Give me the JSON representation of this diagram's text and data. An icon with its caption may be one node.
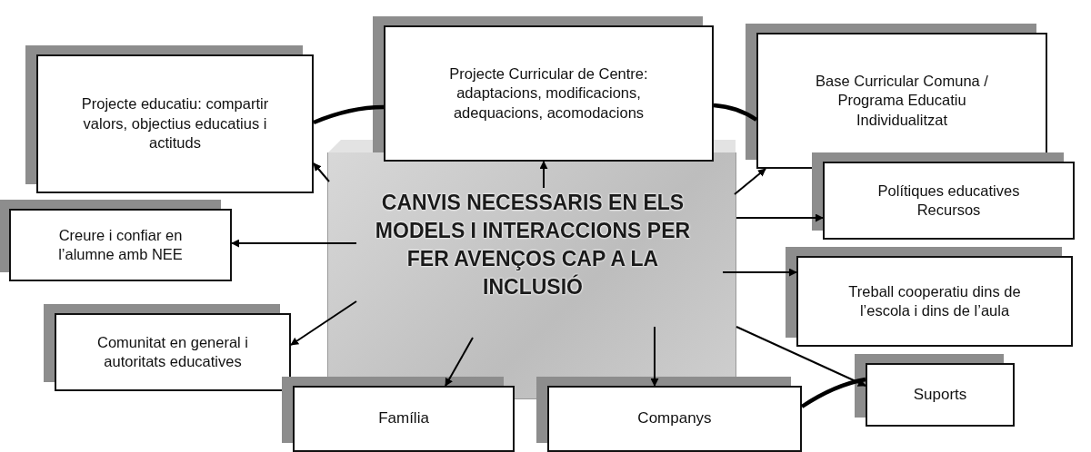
{
  "diagram": {
    "nodes": [
      {
        "text": [
          "CANVIS NECESSARIS EN ELS MODELS I INTERACCIONS PER FER AVENÇOS CAP A  LA INCLUSIÓ"
        ]
      },
      {
        "text": [
          "Projecte educatiu: compartir valors, objectius educatius i actituds"
        ]
      },
      {
        "text": [
          "Projecte Curricular de Centre: adaptacions, modificacions, adequacions, acomodacions"
        ]
      },
      {
        "text": [
          "Base Curricular Comuna / Programa Educatiu Individualitzat"
        ]
      },
      {
        "text": [
          "Polítiques educatives Recursos"
        ]
      },
      {
        "text": [
          "Creure i confiar en l’alumne amb NEE"
        ]
      },
      {
        "text": [
          "Treball cooperatiu dins de l’escola i dins de l’aula"
        ]
      },
      {
        "text": [
          "Comunitat en general i autoritats educatives"
        ]
      },
      {
        "text": [
          "Família"
        ]
      },
      {
        "text": [
          "Companys"
        ]
      },
      {
        "text": [
          "Suports"
        ]
      }
    ],
    "edges": [
      {
        "from": 0,
        "to": 1,
        "arrow": "to"
      },
      {
        "from": 0,
        "to": 2,
        "arrow": "to"
      },
      {
        "from": 0,
        "to": 3,
        "arrow": "to"
      },
      {
        "from": 0,
        "to": 4,
        "arrow": "to"
      },
      {
        "from": 0,
        "to": 5,
        "arrow": "to"
      },
      {
        "from": 0,
        "to": 6,
        "arrow": "to"
      },
      {
        "from": 0,
        "to": 7,
        "arrow": "to"
      },
      {
        "from": 0,
        "to": 8,
        "arrow": "to"
      },
      {
        "from": 0,
        "to": 9,
        "arrow": "to"
      },
      {
        "from": 0,
        "to": 10,
        "arrow": "to"
      },
      {
        "from": 1,
        "to": 2,
        "arrow": "none",
        "style": "thick"
      },
      {
        "from": 2,
        "to": 3,
        "arrow": "none",
        "style": "thick"
      },
      {
        "from": 9,
        "to": 10,
        "arrow": "none",
        "style": "thick"
      }
    ]
  }
}
